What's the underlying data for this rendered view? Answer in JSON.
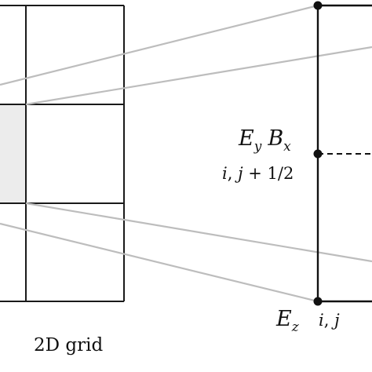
{
  "caption": "2D grid",
  "labels": {
    "ey_base": "E",
    "ey_sub": "y",
    "bx_base": "B",
    "bx_sub": "x",
    "ez_base": "E",
    "ez_sub": "z",
    "half_i": "i",
    "half_sep1": ", ",
    "half_j": "j",
    "half_plus": " + 1/2",
    "node_i": "i",
    "node_sep": ", ",
    "node_j": "j"
  }
}
